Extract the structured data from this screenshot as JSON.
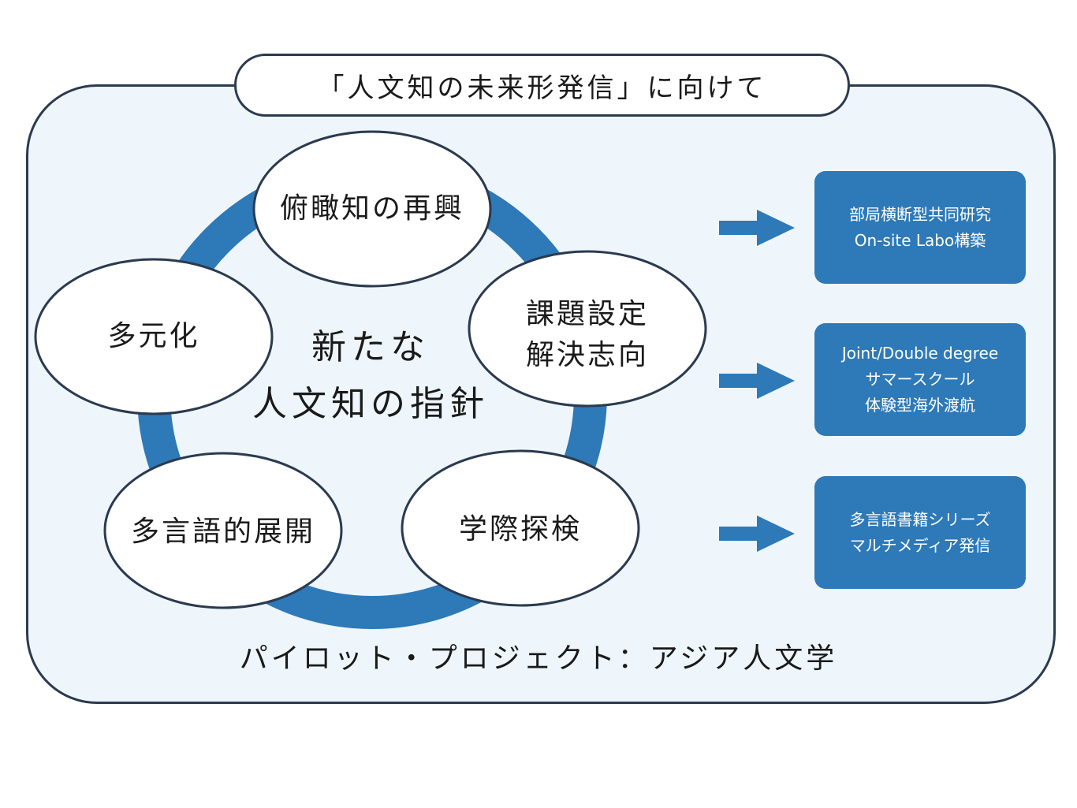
{
  "title": "「人文知の未来形発信」に向けて",
  "center": {
    "line1": "新たな",
    "line2": "人文知の指針"
  },
  "nodes": {
    "top": "俯瞰知の再興",
    "right_line1": "課題設定",
    "right_line2": "解決志向",
    "bottom_right": "学際探検",
    "bottom_left": "多言語的展開",
    "left": "多元化"
  },
  "boxes": [
    {
      "lines": [
        "部局横断型共同研究",
        "On-site Labo構築"
      ]
    },
    {
      "lines": [
        "Joint/Double degree",
        "サマースクール",
        "体験型海外渡航"
      ]
    },
    {
      "lines": [
        "多言語書籍シリーズ",
        "マルチメディア発信"
      ]
    }
  ],
  "footer": "パイロット・プロジェクト：アジア人文学",
  "colors": {
    "ring": "#2e79b8",
    "box": "#2e79b8",
    "panel_bg": "#eef6fb",
    "outline": "#2b3a4f"
  }
}
